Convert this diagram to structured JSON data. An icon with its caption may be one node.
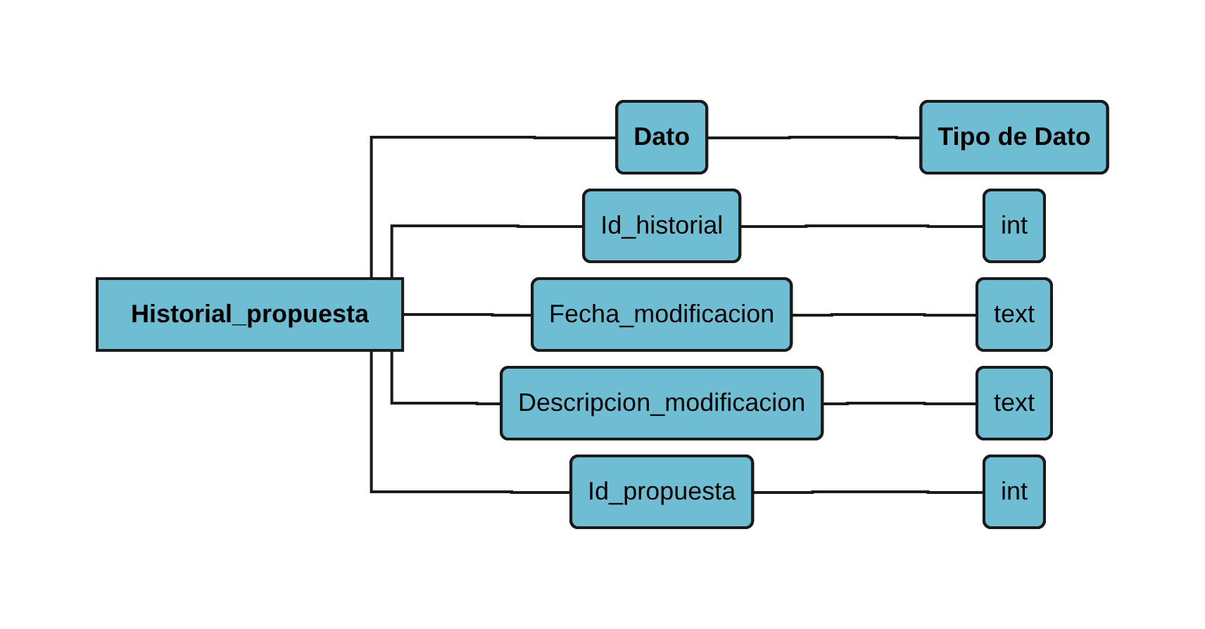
{
  "diagram": {
    "nodes": [
      {
        "text": [
          "Historial_propuesta"
        ]
      },
      {
        "text": [
          "Dato"
        ]
      },
      {
        "text": [
          "Tipo de Dato"
        ]
      },
      {
        "text": [
          "Id_historial"
        ]
      },
      {
        "text": [
          "int"
        ]
      },
      {
        "text": [
          "Fecha_modificacion"
        ]
      },
      {
        "text": [
          "text"
        ]
      },
      {
        "text": [
          "Descripcion_modificacion"
        ]
      },
      {
        "text": [
          "text"
        ]
      },
      {
        "text": [
          "Id_propuesta"
        ]
      },
      {
        "text": [
          "int"
        ]
      }
    ],
    "edges": [
      {
        "from": 0,
        "to": 1,
        "arrow": "none"
      },
      {
        "from": 0,
        "to": 3,
        "arrow": "none"
      },
      {
        "from": 0,
        "to": 5,
        "arrow": "none"
      },
      {
        "from": 0,
        "to": 7,
        "arrow": "none"
      },
      {
        "from": 0,
        "to": 9,
        "arrow": "none"
      },
      {
        "from": 1,
        "to": 2,
        "arrow": "none"
      },
      {
        "from": 3,
        "to": 4,
        "arrow": "none"
      },
      {
        "from": 5,
        "to": 6,
        "arrow": "none"
      },
      {
        "from": 7,
        "to": 8,
        "arrow": "none"
      },
      {
        "from": 9,
        "to": 10,
        "arrow": "none"
      }
    ]
  }
}
